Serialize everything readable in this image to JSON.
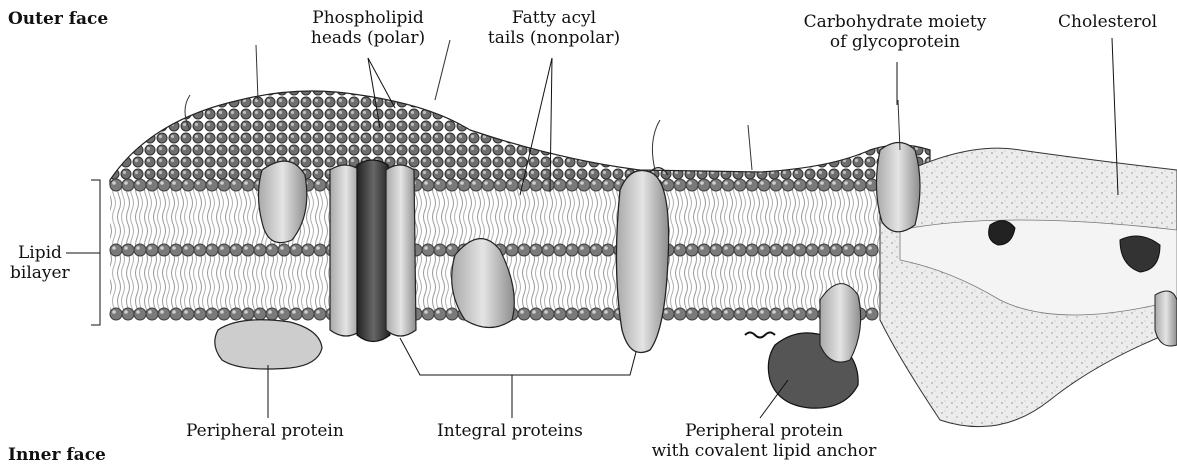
{
  "labels": {
    "outer_face": "Outer face",
    "inner_face": "Inner face",
    "phospholipid_heads_line1": "Phospholipid",
    "phospholipid_heads_line2": "heads (polar)",
    "fatty_acyl_line1": "Fatty acyl",
    "fatty_acyl_line2": "tails (nonpolar)",
    "carbohydrate_line1": "Carbohydrate moiety",
    "carbohydrate_line2": "of glycoprotein",
    "cholesterol": "Cholesterol",
    "lipid_bilayer_line1": "Lipid",
    "lipid_bilayer_line2": "bilayer",
    "peripheral_protein": "Peripheral protein",
    "integral_proteins": "Integral proteins",
    "peripheral_lipid_anchor_line1": "Peripheral protein",
    "peripheral_lipid_anchor_line2": "with covalent lipid anchor"
  },
  "colors": {
    "head_fill": "#7a7a7a",
    "head_dark": "#3c3c3c",
    "tail_fill": "#d9d9d9",
    "protein_light": "#c8c8c8",
    "protein_dark": "#4a4a4a",
    "line": "#111111"
  }
}
